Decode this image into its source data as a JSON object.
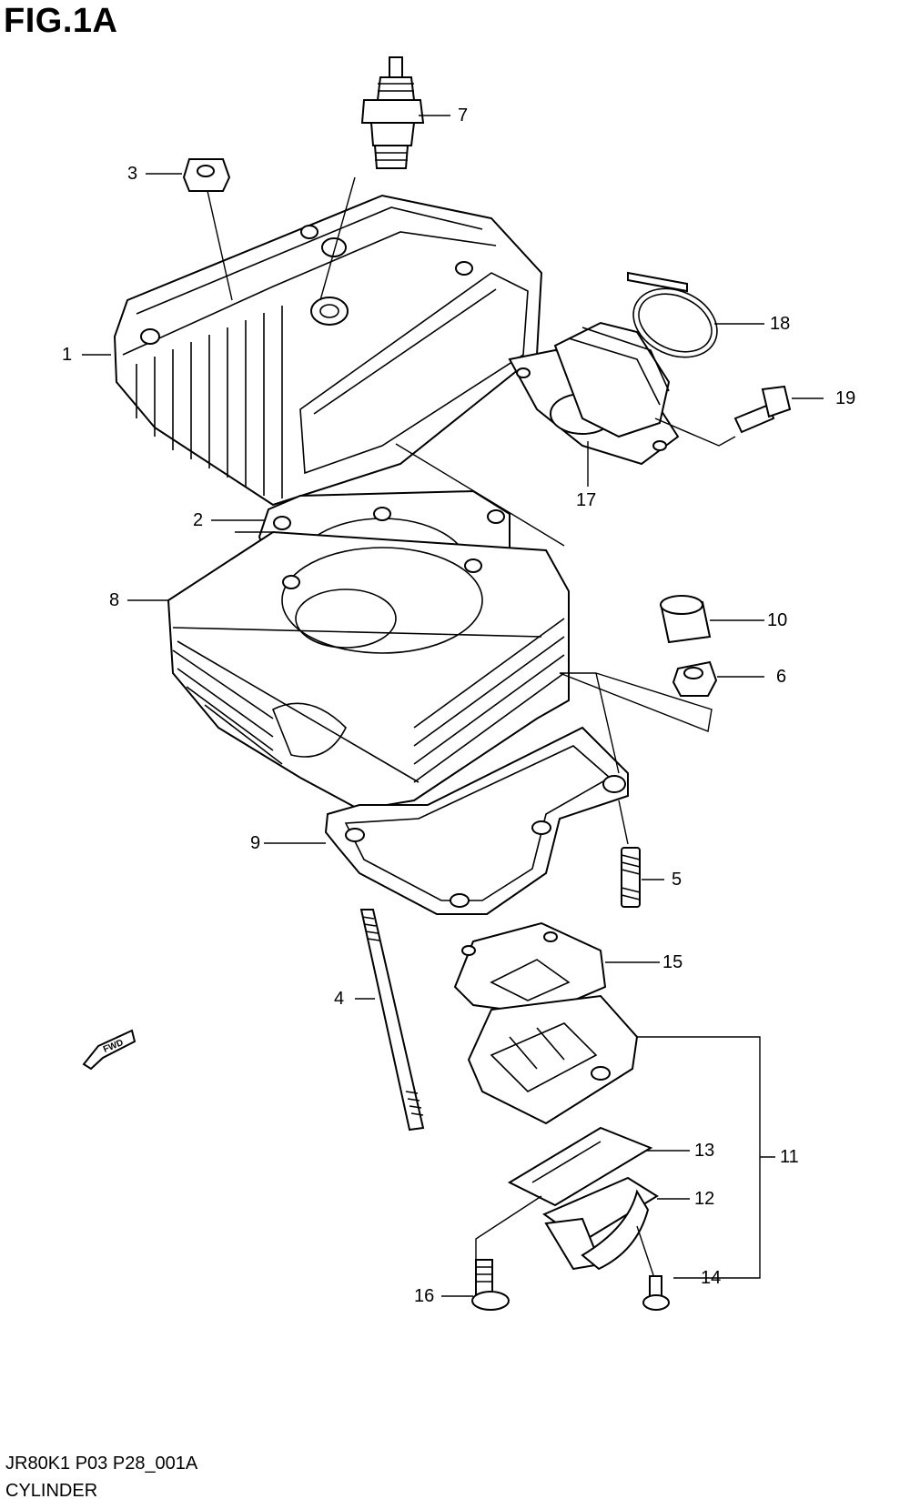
{
  "figure": {
    "title": "FIG.1A",
    "code": "JR80K1 P03 P28_001A",
    "caption": "CYLINDER",
    "fwd_label": "FWD"
  },
  "callouts": [
    {
      "id": "1",
      "text": "1"
    },
    {
      "id": "2",
      "text": "2"
    },
    {
      "id": "3",
      "text": "3"
    },
    {
      "id": "4",
      "text": "4"
    },
    {
      "id": "5",
      "text": "5"
    },
    {
      "id": "6",
      "text": "6"
    },
    {
      "id": "7",
      "text": "7"
    },
    {
      "id": "8",
      "text": "8"
    },
    {
      "id": "9",
      "text": "9"
    },
    {
      "id": "10",
      "text": "10"
    },
    {
      "id": "11",
      "text": "11"
    },
    {
      "id": "12",
      "text": "12"
    },
    {
      "id": "13",
      "text": "13"
    },
    {
      "id": "14",
      "text": "14"
    },
    {
      "id": "15",
      "text": "15"
    },
    {
      "id": "16",
      "text": "16"
    },
    {
      "id": "17",
      "text": "17"
    },
    {
      "id": "18",
      "text": "18"
    },
    {
      "id": "19",
      "text": "19"
    }
  ]
}
